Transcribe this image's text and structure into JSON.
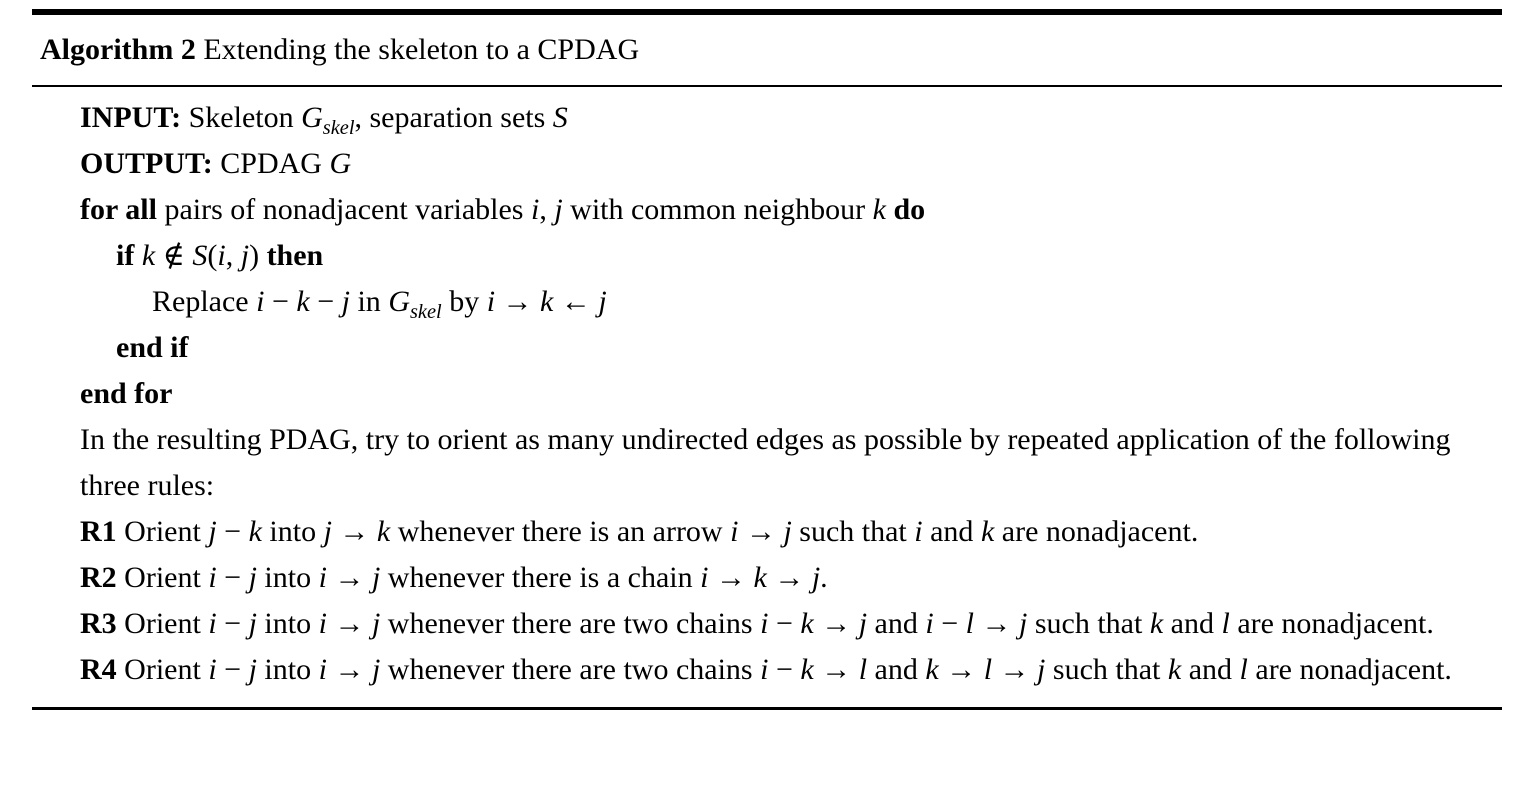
{
  "algorithm": {
    "label": "Algorithm 2",
    "title": " Extending the skeleton to a CPDAG",
    "lines": [
      {
        "name": "input-line",
        "indent": 1,
        "segments": [
          {
            "t": "INPUT:",
            "b": 1
          },
          {
            "t": " Skeleton "
          },
          {
            "t": "G",
            "i": 1
          },
          {
            "t": "skel",
            "i": 1,
            "sub": 1
          },
          {
            "t": ", separation sets "
          },
          {
            "t": "S",
            "i": 1
          }
        ]
      },
      {
        "name": "output-line",
        "indent": 1,
        "segments": [
          {
            "t": "OUTPUT:",
            "b": 1
          },
          {
            "t": " CPDAG "
          },
          {
            "t": "G",
            "i": 1
          }
        ]
      },
      {
        "name": "forall-line",
        "indent": 1,
        "segments": [
          {
            "t": "for all",
            "b": 1
          },
          {
            "t": " pairs of nonadjacent variables "
          },
          {
            "t": "i",
            "i": 1
          },
          {
            "t": ", "
          },
          {
            "t": "j",
            "i": 1
          },
          {
            "t": " with common neighbour "
          },
          {
            "t": "k",
            "i": 1
          },
          {
            "t": " "
          },
          {
            "t": "do",
            "b": 1
          }
        ]
      },
      {
        "name": "if-line",
        "indent": 2,
        "segments": [
          {
            "t": "if",
            "b": 1
          },
          {
            "t": " "
          },
          {
            "t": "k",
            "i": 1
          },
          {
            "t": " ∉ "
          },
          {
            "t": "S",
            "i": 1
          },
          {
            "t": "("
          },
          {
            "t": "i",
            "i": 1
          },
          {
            "t": ", "
          },
          {
            "t": "j",
            "i": 1
          },
          {
            "t": ") "
          },
          {
            "t": "then",
            "b": 1
          }
        ]
      },
      {
        "name": "replace-line",
        "indent": 3,
        "segments": [
          {
            "t": "Replace "
          },
          {
            "t": "i",
            "i": 1
          },
          {
            "t": " − "
          },
          {
            "t": "k",
            "i": 1
          },
          {
            "t": " − "
          },
          {
            "t": "j",
            "i": 1
          },
          {
            "t": " in "
          },
          {
            "t": "G",
            "i": 1
          },
          {
            "t": "skel",
            "i": 1,
            "sub": 1
          },
          {
            "t": " by "
          },
          {
            "t": "i",
            "i": 1
          },
          {
            "t": " → "
          },
          {
            "t": "k",
            "i": 1
          },
          {
            "t": " ← "
          },
          {
            "t": "j",
            "i": 1
          }
        ]
      },
      {
        "name": "endif-line",
        "indent": 2,
        "segments": [
          {
            "t": "end if",
            "b": 1
          }
        ]
      },
      {
        "name": "endfor-line",
        "indent": 1,
        "segments": [
          {
            "t": "end for",
            "b": 1
          }
        ]
      },
      {
        "name": "paragraph-line",
        "indent": 1,
        "segments": [
          {
            "t": "In the resulting PDAG, try to orient as many undirected edges as possible by repeated application of the following three rules:"
          }
        ]
      },
      {
        "name": "rule-r1-line",
        "indent": 1,
        "segments": [
          {
            "t": "R1",
            "b": 1
          },
          {
            "t": " Orient "
          },
          {
            "t": "j",
            "i": 1
          },
          {
            "t": " − "
          },
          {
            "t": "k",
            "i": 1
          },
          {
            "t": " into "
          },
          {
            "t": "j",
            "i": 1
          },
          {
            "t": " → "
          },
          {
            "t": "k",
            "i": 1
          },
          {
            "t": " whenever there is an arrow "
          },
          {
            "t": "i",
            "i": 1
          },
          {
            "t": " → "
          },
          {
            "t": "j",
            "i": 1
          },
          {
            "t": " such that "
          },
          {
            "t": "i",
            "i": 1
          },
          {
            "t": " and "
          },
          {
            "t": "k",
            "i": 1
          },
          {
            "t": " are nonadjacent."
          }
        ]
      },
      {
        "name": "rule-r2-line",
        "indent": 1,
        "segments": [
          {
            "t": "R2",
            "b": 1
          },
          {
            "t": " Orient "
          },
          {
            "t": "i",
            "i": 1
          },
          {
            "t": " − "
          },
          {
            "t": "j",
            "i": 1
          },
          {
            "t": " into "
          },
          {
            "t": "i",
            "i": 1
          },
          {
            "t": " → "
          },
          {
            "t": "j",
            "i": 1
          },
          {
            "t": " whenever there is a chain "
          },
          {
            "t": "i",
            "i": 1
          },
          {
            "t": " → "
          },
          {
            "t": "k",
            "i": 1
          },
          {
            "t": " → "
          },
          {
            "t": "j",
            "i": 1
          },
          {
            "t": "."
          }
        ]
      },
      {
        "name": "rule-r3-line",
        "indent": 1,
        "segments": [
          {
            "t": "R3",
            "b": 1
          },
          {
            "t": " Orient "
          },
          {
            "t": "i",
            "i": 1
          },
          {
            "t": " − "
          },
          {
            "t": "j",
            "i": 1
          },
          {
            "t": " into "
          },
          {
            "t": "i",
            "i": 1
          },
          {
            "t": " → "
          },
          {
            "t": "j",
            "i": 1
          },
          {
            "t": " whenever there are two chains "
          },
          {
            "t": "i",
            "i": 1
          },
          {
            "t": " − "
          },
          {
            "t": "k",
            "i": 1
          },
          {
            "t": " → "
          },
          {
            "t": "j",
            "i": 1
          },
          {
            "t": " and "
          },
          {
            "t": "i",
            "i": 1
          },
          {
            "t": " − "
          },
          {
            "t": "l",
            "i": 1
          },
          {
            "t": " → "
          },
          {
            "t": "j",
            "i": 1
          },
          {
            "t": " such that "
          },
          {
            "t": "k",
            "i": 1
          },
          {
            "t": " and "
          },
          {
            "t": "l",
            "i": 1
          },
          {
            "t": " are nonadjacent."
          }
        ]
      },
      {
        "name": "rule-r4-line",
        "indent": 1,
        "segments": [
          {
            "t": "R4",
            "b": 1
          },
          {
            "t": " Orient "
          },
          {
            "t": "i",
            "i": 1
          },
          {
            "t": " − "
          },
          {
            "t": "j",
            "i": 1
          },
          {
            "t": " into "
          },
          {
            "t": "i",
            "i": 1
          },
          {
            "t": " → "
          },
          {
            "t": "j",
            "i": 1
          },
          {
            "t": " whenever there are two chains "
          },
          {
            "t": "i",
            "i": 1
          },
          {
            "t": " − "
          },
          {
            "t": "k",
            "i": 1
          },
          {
            "t": " → "
          },
          {
            "t": "l",
            "i": 1
          },
          {
            "t": " and "
          },
          {
            "t": "k",
            "i": 1
          },
          {
            "t": " → "
          },
          {
            "t": "l",
            "i": 1
          },
          {
            "t": " → "
          },
          {
            "t": "j",
            "i": 1
          },
          {
            "t": " such that "
          },
          {
            "t": "k",
            "i": 1
          },
          {
            "t": " and "
          },
          {
            "t": "l",
            "i": 1
          },
          {
            "t": " are nonadjacent."
          }
        ]
      }
    ]
  }
}
